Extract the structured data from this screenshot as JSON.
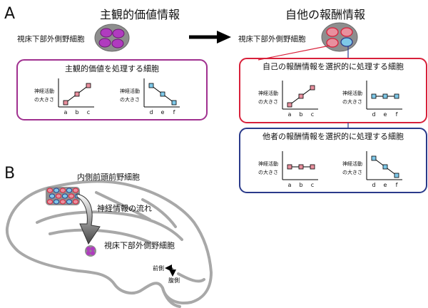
{
  "panel_a": {
    "label": "A",
    "left_title": "主観的価値情報",
    "right_title": "自他の報酬情報",
    "left_cell_label": "視床下部外側野細胞",
    "right_cell_label": "視床下部外側野細胞",
    "box_subjective": {
      "title": "主観的価値を処理する細胞",
      "color": "#a0308f",
      "plots": [
        {
          "ylabel_line1": "神経活動",
          "ylabel_line2": "の大きさ",
          "categories": [
            "a",
            "b",
            "c"
          ],
          "values": [
            1,
            2,
            3
          ],
          "marker_color": "#e8909e"
        },
        {
          "ylabel_line1": "神経活動",
          "ylabel_line2": "の大きさ",
          "categories": [
            "d",
            "e",
            "f"
          ],
          "values": [
            3,
            2,
            1
          ],
          "marker_color": "#7ec8e8"
        }
      ]
    },
    "box_self": {
      "title": "自己の報酬情報を選択的に処理する細胞",
      "color": "#d8203a",
      "plots": [
        {
          "ylabel_line1": "神経活動",
          "ylabel_line2": "の大きさ",
          "categories": [
            "a",
            "b",
            "c"
          ],
          "values": [
            1,
            2,
            3
          ],
          "marker_color": "#e8909e"
        },
        {
          "ylabel_line1": "神経活動",
          "ylabel_line2": "の大きさ",
          "categories": [
            "d",
            "e",
            "f"
          ],
          "values": [
            2,
            2,
            2
          ],
          "marker_color": "#7ec8e8"
        }
      ]
    },
    "box_other": {
      "title": "他者の報酬情報を選択的に処理する細胞",
      "color": "#2a3a8a",
      "plots": [
        {
          "ylabel_line1": "神経活動",
          "ylabel_line2": "の大きさ",
          "categories": [
            "a",
            "b",
            "c"
          ],
          "values": [
            2,
            2,
            2
          ],
          "marker_color": "#e8909e"
        },
        {
          "ylabel_line1": "神経活動",
          "ylabel_line2": "の大きさ",
          "categories": [
            "d",
            "e",
            "f"
          ],
          "values": [
            3,
            2,
            1
          ],
          "marker_color": "#7ec8e8"
        }
      ]
    }
  },
  "panel_b": {
    "label": "B",
    "mpfc_label": "内側前頭前野細胞",
    "flow_label": "神経情報の流れ",
    "lh_label": "視床下部外側野細胞",
    "compass_anterior": "前側",
    "compass_ventral": "腹側"
  },
  "colors": {
    "subjective": "#a0308f",
    "self": "#d8203a",
    "other": "#2a3a8a",
    "pink_fill": "#e8909e",
    "blue_fill": "#7ec8e8",
    "purple_cell": "#b03bbf",
    "cell_gray": "#8e8e8e",
    "brain_outline": "#a8a8a8"
  }
}
